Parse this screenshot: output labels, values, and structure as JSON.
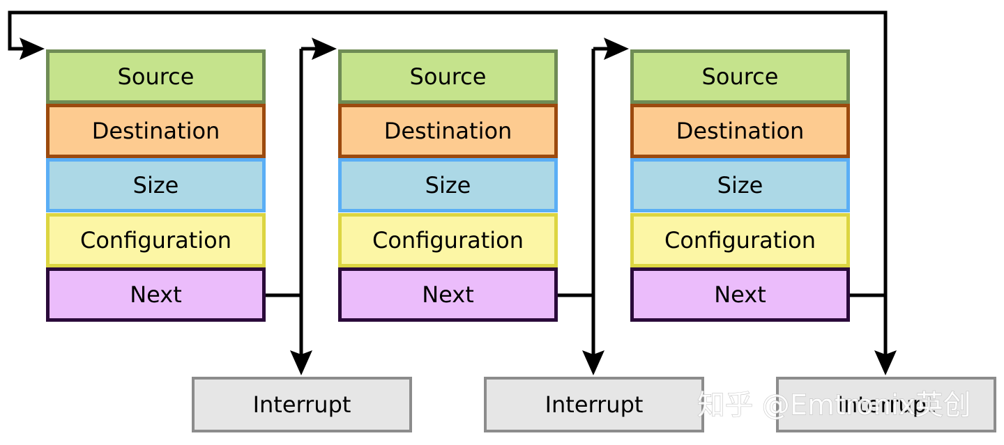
{
  "descriptors": [
    {
      "fields": [
        {
          "label": "Source",
          "fill": "#c5e38c",
          "stroke": "#6f8c55"
        },
        {
          "label": "Destination",
          "fill": "#fdcb90",
          "stroke": "#9c4a0e"
        },
        {
          "label": "Size",
          "fill": "#acd8e6",
          "stroke": "#5aaef5"
        },
        {
          "label": "Configuration",
          "fill": "#fcf6a5",
          "stroke": "#dcd541"
        },
        {
          "label": "Next",
          "fill": "#ebbcfb",
          "stroke": "#2a0a3a"
        }
      ],
      "interrupt_label": "Interrupt"
    },
    {
      "fields": [
        {
          "label": "Source",
          "fill": "#c5e38c",
          "stroke": "#6f8c55"
        },
        {
          "label": "Destination",
          "fill": "#fdcb90",
          "stroke": "#9c4a0e"
        },
        {
          "label": "Size",
          "fill": "#acd8e6",
          "stroke": "#5aaef5"
        },
        {
          "label": "Configuration",
          "fill": "#fcf6a5",
          "stroke": "#dcd541"
        },
        {
          "label": "Next",
          "fill": "#ebbcfb",
          "stroke": "#2a0a3a"
        }
      ],
      "interrupt_label": "Interrupt"
    },
    {
      "fields": [
        {
          "label": "Source",
          "fill": "#c5e38c",
          "stroke": "#6f8c55"
        },
        {
          "label": "Destination",
          "fill": "#fdcb90",
          "stroke": "#9c4a0e"
        },
        {
          "label": "Size",
          "fill": "#acd8e6",
          "stroke": "#5aaef5"
        },
        {
          "label": "Configuration",
          "fill": "#fcf6a5",
          "stroke": "#dcd541"
        },
        {
          "label": "Next",
          "fill": "#ebbcfb",
          "stroke": "#2a0a3a"
        }
      ],
      "interrupt_label": "Interrupt"
    }
  ],
  "interrupt_style": {
    "fill": "#e6e6e6",
    "stroke": "#8c8c8c"
  },
  "connector_color": "#000000",
  "watermark": "知乎 @Emtronix英创"
}
